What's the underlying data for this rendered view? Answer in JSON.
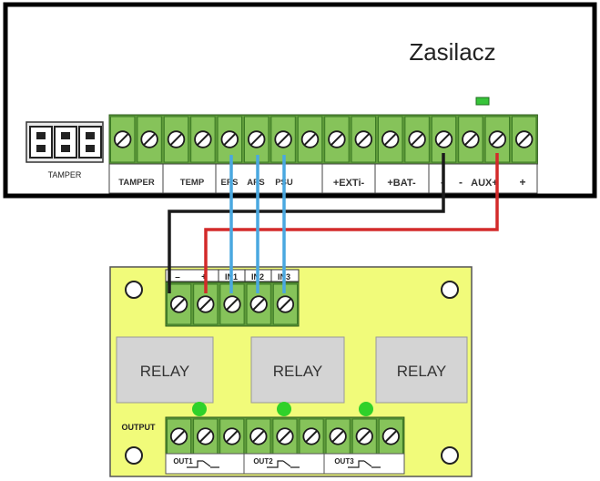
{
  "psu": {
    "title": "Zasilacz",
    "tamper_connector_label": "TAMPER",
    "labels": {
      "tamper": "TAMPER",
      "temp": "TEMP",
      "eps": "EPS",
      "aps": "APS",
      "psu": "PSU",
      "ext": "+EXTi-",
      "bat": "+BAT-",
      "aux_minus1": "-",
      "aux_minus2": "-",
      "aux": "AUX+",
      "aux_plus": "+"
    }
  },
  "module": {
    "input_labels": {
      "minus": "–",
      "plus": "+",
      "in1": "IN1",
      "in2": "IN2",
      "in3": "IN3"
    },
    "relay_label": "RELAY",
    "output_label": "OUTPUT",
    "out_labels": [
      "OUT1",
      "OUT2",
      "OUT3"
    ]
  },
  "colors": {
    "terminal_green": "#86c35a",
    "terminal_block_dark": "#5e9a3a",
    "module_board": "#f1fb7a",
    "relay_gray": "#d4d4d4",
    "led_green": "#2fd12a",
    "wire_blue": "#4aa8e0",
    "wire_red": "#d32a2a",
    "wire_black": "#1a1a1a"
  }
}
